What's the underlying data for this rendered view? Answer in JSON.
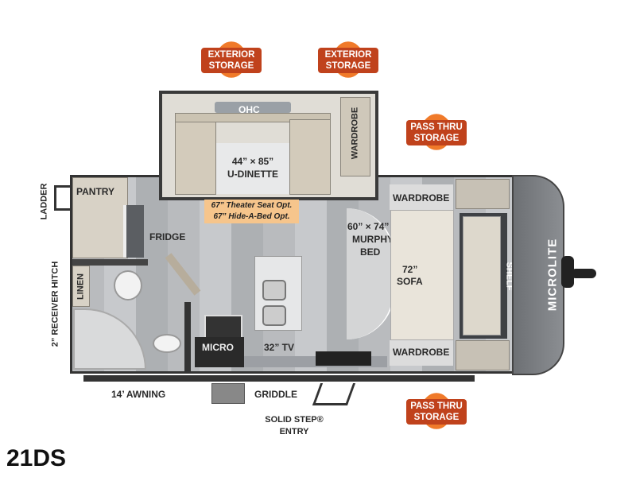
{
  "model": "21DS",
  "brand_logo": "MICROLITE",
  "badges": {
    "exterior_storage_1": [
      "EXTERIOR",
      "STORAGE"
    ],
    "exterior_storage_2": [
      "EXTERIOR",
      "STORAGE"
    ],
    "pass_thru_top": [
      "PASS THRU",
      "STORAGE"
    ],
    "pass_thru_bottom": [
      "PASS THRU",
      "STORAGE"
    ]
  },
  "labels": {
    "ohc": "OHC",
    "dinette_size": "44” × 85”",
    "dinette": "U-DINETTE",
    "option_1": "67” Theater Seat Opt.",
    "option_2": "67” Hide-A-Bed Opt.",
    "wardrobe_slide": "WARDROBE",
    "pantry": "PANTRY",
    "fridge": "FRIDGE",
    "linen": "LINEN",
    "micro": "MICRO",
    "tv": "32” TV",
    "murphy_size": "60” × 74”",
    "murphy_1": "MURPHY",
    "murphy_2": "BED",
    "sofa_size": "72”",
    "sofa": "SOFA",
    "wardrobe_top": "WARDROBE",
    "wardrobe_bottom": "WARDROBE",
    "shelf": "SHELF",
    "ladder": "LADDER",
    "hitch": "2” RECEIVER HITCH",
    "awning": "14’ AWNING",
    "griddle": "GRIDDLE",
    "entry_1": "SOLID STEP®",
    "entry_2": "ENTRY"
  },
  "colors": {
    "badge_orange": "#f07a2a",
    "badge_red": "#c0421c",
    "option_bg": "#f6c58c"
  }
}
